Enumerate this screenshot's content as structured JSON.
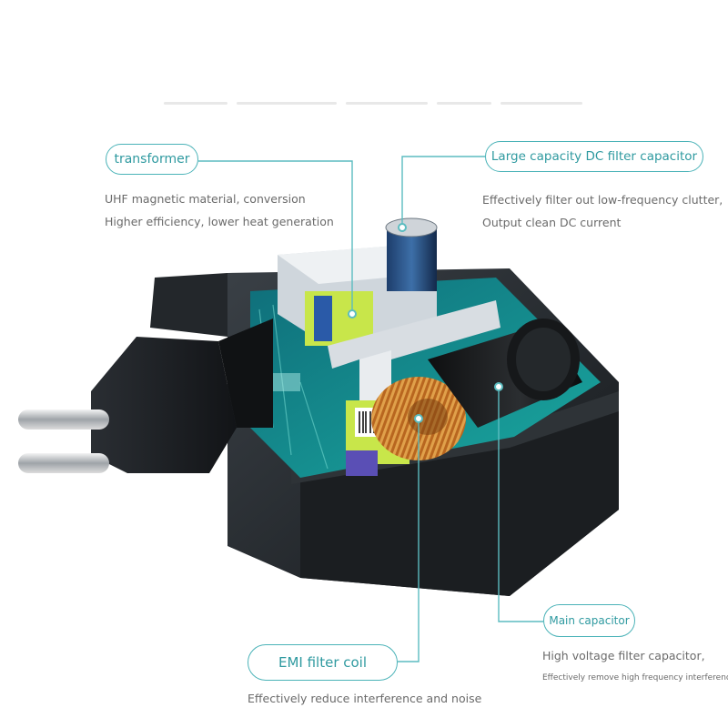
{
  "labels": {
    "transformer": {
      "title": "transformer",
      "lines": [
        "UHF magnetic material, conversion",
        "Higher efficiency, lower heat generation"
      ]
    },
    "dc_capacitor": {
      "title": "Large capacity DC filter capacitor",
      "lines": [
        "Effectively filter out low-frequency clutter,",
        "Output clean DC current"
      ]
    },
    "main_capacitor": {
      "title": "Main capacitor",
      "lines": [
        "High voltage filter capacitor,",
        "Effectively remove high frequency interference"
      ]
    },
    "emi_coil": {
      "title": "EMI filter coil",
      "lines": [
        "Effectively reduce interference and noise"
      ]
    }
  },
  "colors": {
    "accent": "#4bb3b8",
    "accent_text": "#2f9aa0",
    "callout_line": "#5bbcc0",
    "body_text": "#6a6a6a",
    "charger_body": "#1e2226"
  }
}
